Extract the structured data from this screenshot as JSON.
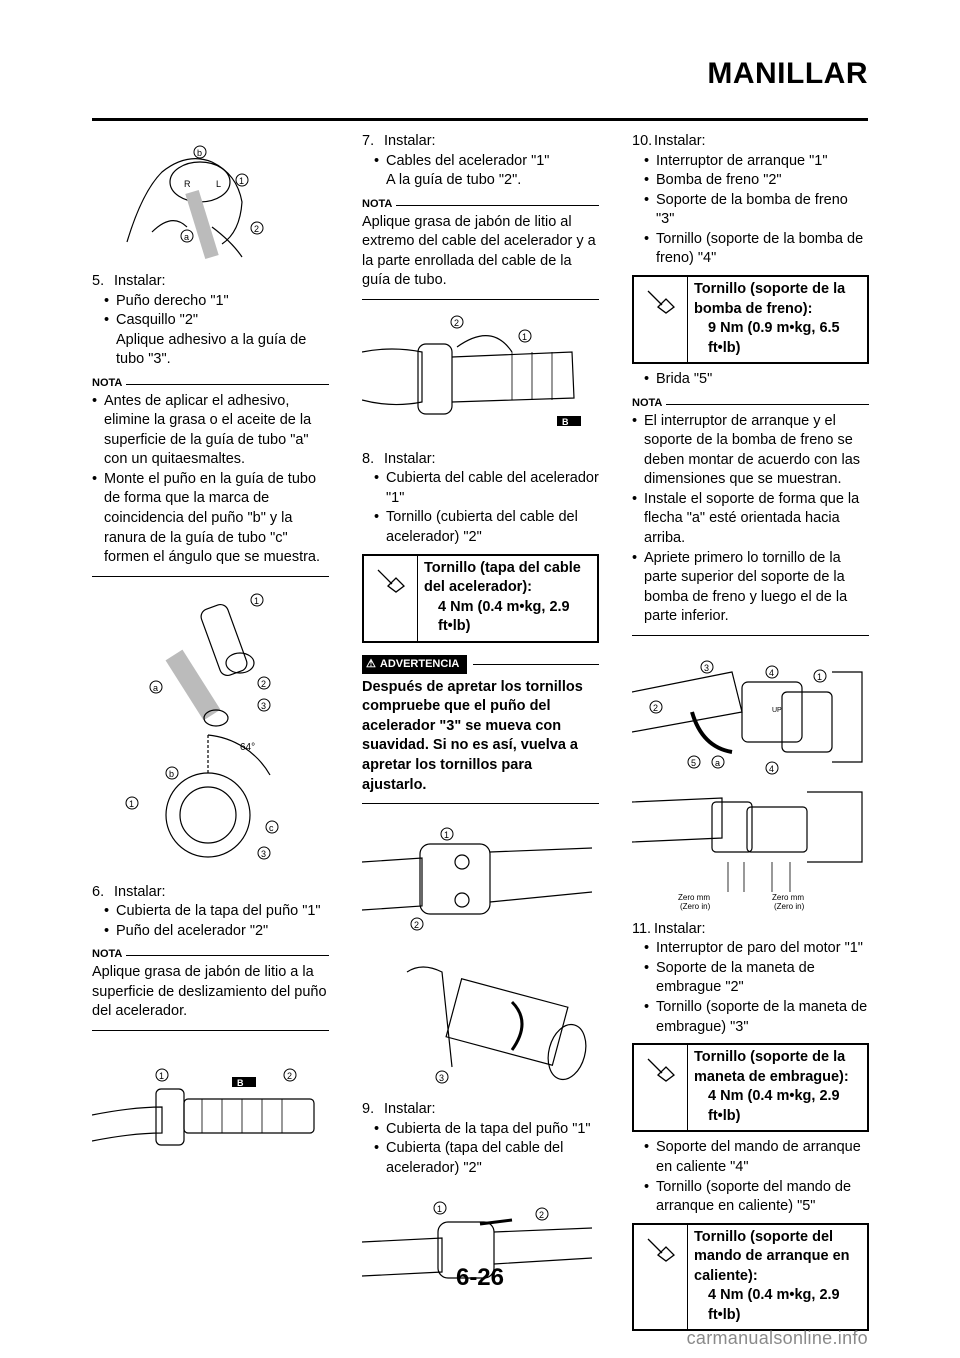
{
  "header": {
    "title": "MANILLAR"
  },
  "footer": {
    "page_number": "6-26",
    "watermark": "carmanualsonline.info"
  },
  "col1": {
    "step5": {
      "num": "5.",
      "action": "Instalar:",
      "items": [
        "Puño derecho \"1\"",
        "Casquillo \"2\""
      ],
      "sub": "Aplique adhesivo a la guía de tubo \"3\"."
    },
    "nota1": {
      "label": "NOTA",
      "items": [
        "Antes de aplicar el adhesivo, elimine la grasa o el aceite de la superficie de la guía de tubo \"a\" con un quitaesmaltes.",
        "Monte el puño en la guía de tubo de forma que la marca de coincidencia del puño \"b\" y la ranura de la guía de tubo \"c\" formen el ángulo que se muestra."
      ]
    },
    "step6": {
      "num": "6.",
      "action": "Instalar:",
      "items": [
        "Cubierta de la tapa del puño \"1\"",
        "Puño del acelerador \"2\""
      ]
    },
    "nota2": {
      "label": "NOTA",
      "text": "Aplique grasa de jabón de litio a la superficie de deslizamiento del puño del acelerador."
    },
    "fig_labels": {
      "angle": "64°",
      "b_mark": "B"
    }
  },
  "col2": {
    "step7": {
      "num": "7.",
      "action": "Instalar:",
      "items": [
        "Cables del acelerador \"1\""
      ],
      "sub": "A la guía de tubo \"2\"."
    },
    "nota": {
      "label": "NOTA",
      "text": "Aplique grasa de jabón de litio al extremo del cable del acelerador y a la parte enrollada del cable de la guía de tubo."
    },
    "step8": {
      "num": "8.",
      "action": "Instalar:",
      "items": [
        "Cubierta del cable del acelerador \"1\"",
        "Tornillo (cubierta del cable del acelerador) \"2\""
      ]
    },
    "torque": {
      "name": "Tornillo (tapa del cable del acelerador):",
      "value": "4 Nm (0.4 m•kg, 2.9 ft•lb)"
    },
    "warning": {
      "label": "ADVERTENCIA",
      "text": "Después de apretar los tornillos compruebe que el puño del acelerador \"3\" se mueva con suavidad. Si no es así, vuelva a apretar los tornillos para ajustarlo."
    },
    "step9": {
      "num": "9.",
      "action": "Instalar:",
      "items": [
        "Cubierta de la tapa del puño \"1\"",
        "Cubierta (tapa del cable del acelerador) \"2\""
      ]
    },
    "fig_labels": {
      "b_mark": "B"
    }
  },
  "col3": {
    "step10": {
      "num": "10.",
      "action": "Instalar:",
      "items": [
        "Interruptor de arranque \"1\"",
        "Bomba de freno \"2\"",
        "Soporte de la bomba de freno \"3\"",
        "Tornillo (soporte de la bomba de freno) \"4\""
      ]
    },
    "torque1": {
      "name": "Tornillo (soporte de la bomba de freno):",
      "value": "9 Nm (0.9 m•kg, 6.5 ft•lb)"
    },
    "brida": "Brida \"5\"",
    "nota": {
      "label": "NOTA",
      "items": [
        "El interruptor de arranque y el soporte de la bomba de freno se deben montar de acuerdo con las dimensiones que se muestran.",
        "Instale el soporte de forma que la flecha \"a\" esté orientada hacia arriba.",
        "Apriete primero lo tornillo de la parte superior del soporte de la bomba de freno y luego el de la parte inferior."
      ]
    },
    "fig_labels": {
      "zero_left": "Zero mm",
      "zero_left_in": "(Zero in)",
      "zero_right": "Zero mm",
      "zero_right_in": "(Zero in)",
      "up": "UP"
    },
    "step11": {
      "num": "11.",
      "action": "Instalar:",
      "items": [
        "Interruptor de paro del motor \"1\"",
        "Soporte de la maneta de embrague \"2\"",
        "Tornillo (soporte de la maneta de embrague) \"3\""
      ]
    },
    "torque2": {
      "name": "Tornillo (soporte de la maneta de embrague):",
      "value": "4 Nm (0.4 m•kg, 2.9 ft•lb)"
    },
    "items_after": [
      "Soporte del mando de arranque en caliente \"4\"",
      "Tornillo (soporte del mando de arranque en caliente) \"5\""
    ],
    "torque3": {
      "name": "Tornillo (soporte del mando de arranque en caliente):",
      "value": "4 Nm (0.4 m•kg, 2.9 ft•lb)"
    }
  }
}
